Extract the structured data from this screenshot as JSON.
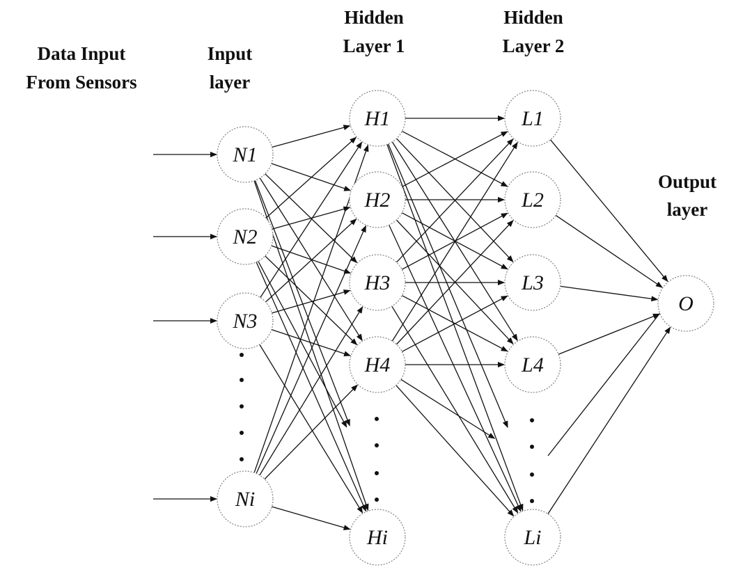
{
  "headers": {
    "data_input": [
      "Data Input",
      "From Sensors"
    ],
    "input_layer": [
      "Input",
      "layer"
    ],
    "hidden_layer_1": [
      "Hidden",
      "Layer 1"
    ],
    "hidden_layer_2": [
      "Hidden",
      "Layer 2"
    ],
    "output_layer": [
      "Output",
      "layer"
    ]
  },
  "layers": {
    "input": [
      "N1",
      "N2",
      "N3",
      "Ni"
    ],
    "hidden1": [
      "H1",
      "H2",
      "H3",
      "H4",
      "Hi"
    ],
    "hidden2": [
      "L1",
      "L2",
      "L3",
      "L4",
      "Li"
    ],
    "output": [
      "O"
    ]
  },
  "colors": {
    "line": "#111111",
    "node_stroke": "#8a8a8a",
    "background": "#ffffff"
  }
}
